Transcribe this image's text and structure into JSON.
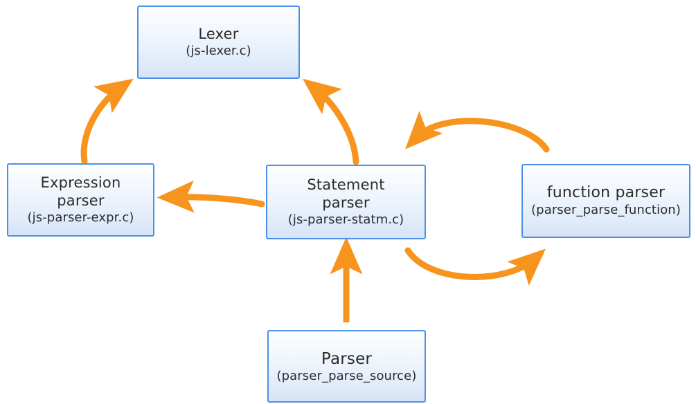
{
  "diagram": {
    "title": "JavaScript engine parser architecture",
    "accent_color": "#F7941E",
    "box_border_color": "#4a90e8",
    "box_fill_top": "#fdfeff",
    "box_fill_bottom": "#d6e4f7",
    "background": "#ffffff",
    "nodes": [
      {
        "id": "lexer",
        "title": "Lexer",
        "subtitle": "(js-lexer.c)"
      },
      {
        "id": "expression-parser",
        "title": "Expression\nparser",
        "subtitle": "(js-parser-expr.c)"
      },
      {
        "id": "statement-parser",
        "title": "Statement\nparser",
        "subtitle": "(js-parser-statm.c)"
      },
      {
        "id": "function-parser",
        "title": "function parser",
        "subtitle": "(parser_parse_function)"
      },
      {
        "id": "parser",
        "title": "Parser",
        "subtitle": "(parser_parse_source)"
      }
    ],
    "edges": [
      {
        "id": "expression-to-lexer",
        "from": "expression-parser",
        "to": "lexer",
        "style": "curved"
      },
      {
        "id": "statement-to-lexer",
        "from": "statement-parser",
        "to": "lexer",
        "style": "curved"
      },
      {
        "id": "statement-to-expression",
        "from": "statement-parser",
        "to": "expression-parser",
        "style": "straight"
      },
      {
        "id": "function-to-statement",
        "from": "function-parser",
        "to": "statement-parser",
        "style": "arc-over"
      },
      {
        "id": "statement-to-function",
        "from": "statement-parser",
        "to": "function-parser",
        "style": "arc-under"
      },
      {
        "id": "parser-to-statement",
        "from": "parser",
        "to": "statement-parser",
        "style": "straight"
      }
    ]
  }
}
